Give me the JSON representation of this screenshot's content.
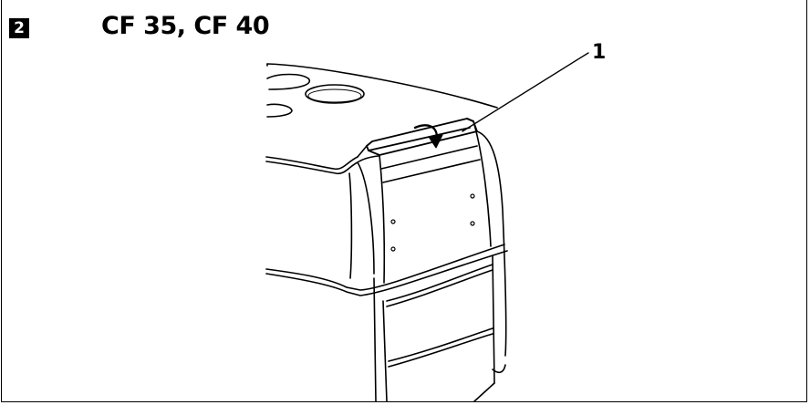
{
  "figure": {
    "number": "2",
    "title": "CF 35, CF 40"
  },
  "callouts": [
    {
      "label": "1",
      "target": "top cover release lip"
    }
  ],
  "icons": {
    "arrow": "curved-down-arrow-icon"
  }
}
